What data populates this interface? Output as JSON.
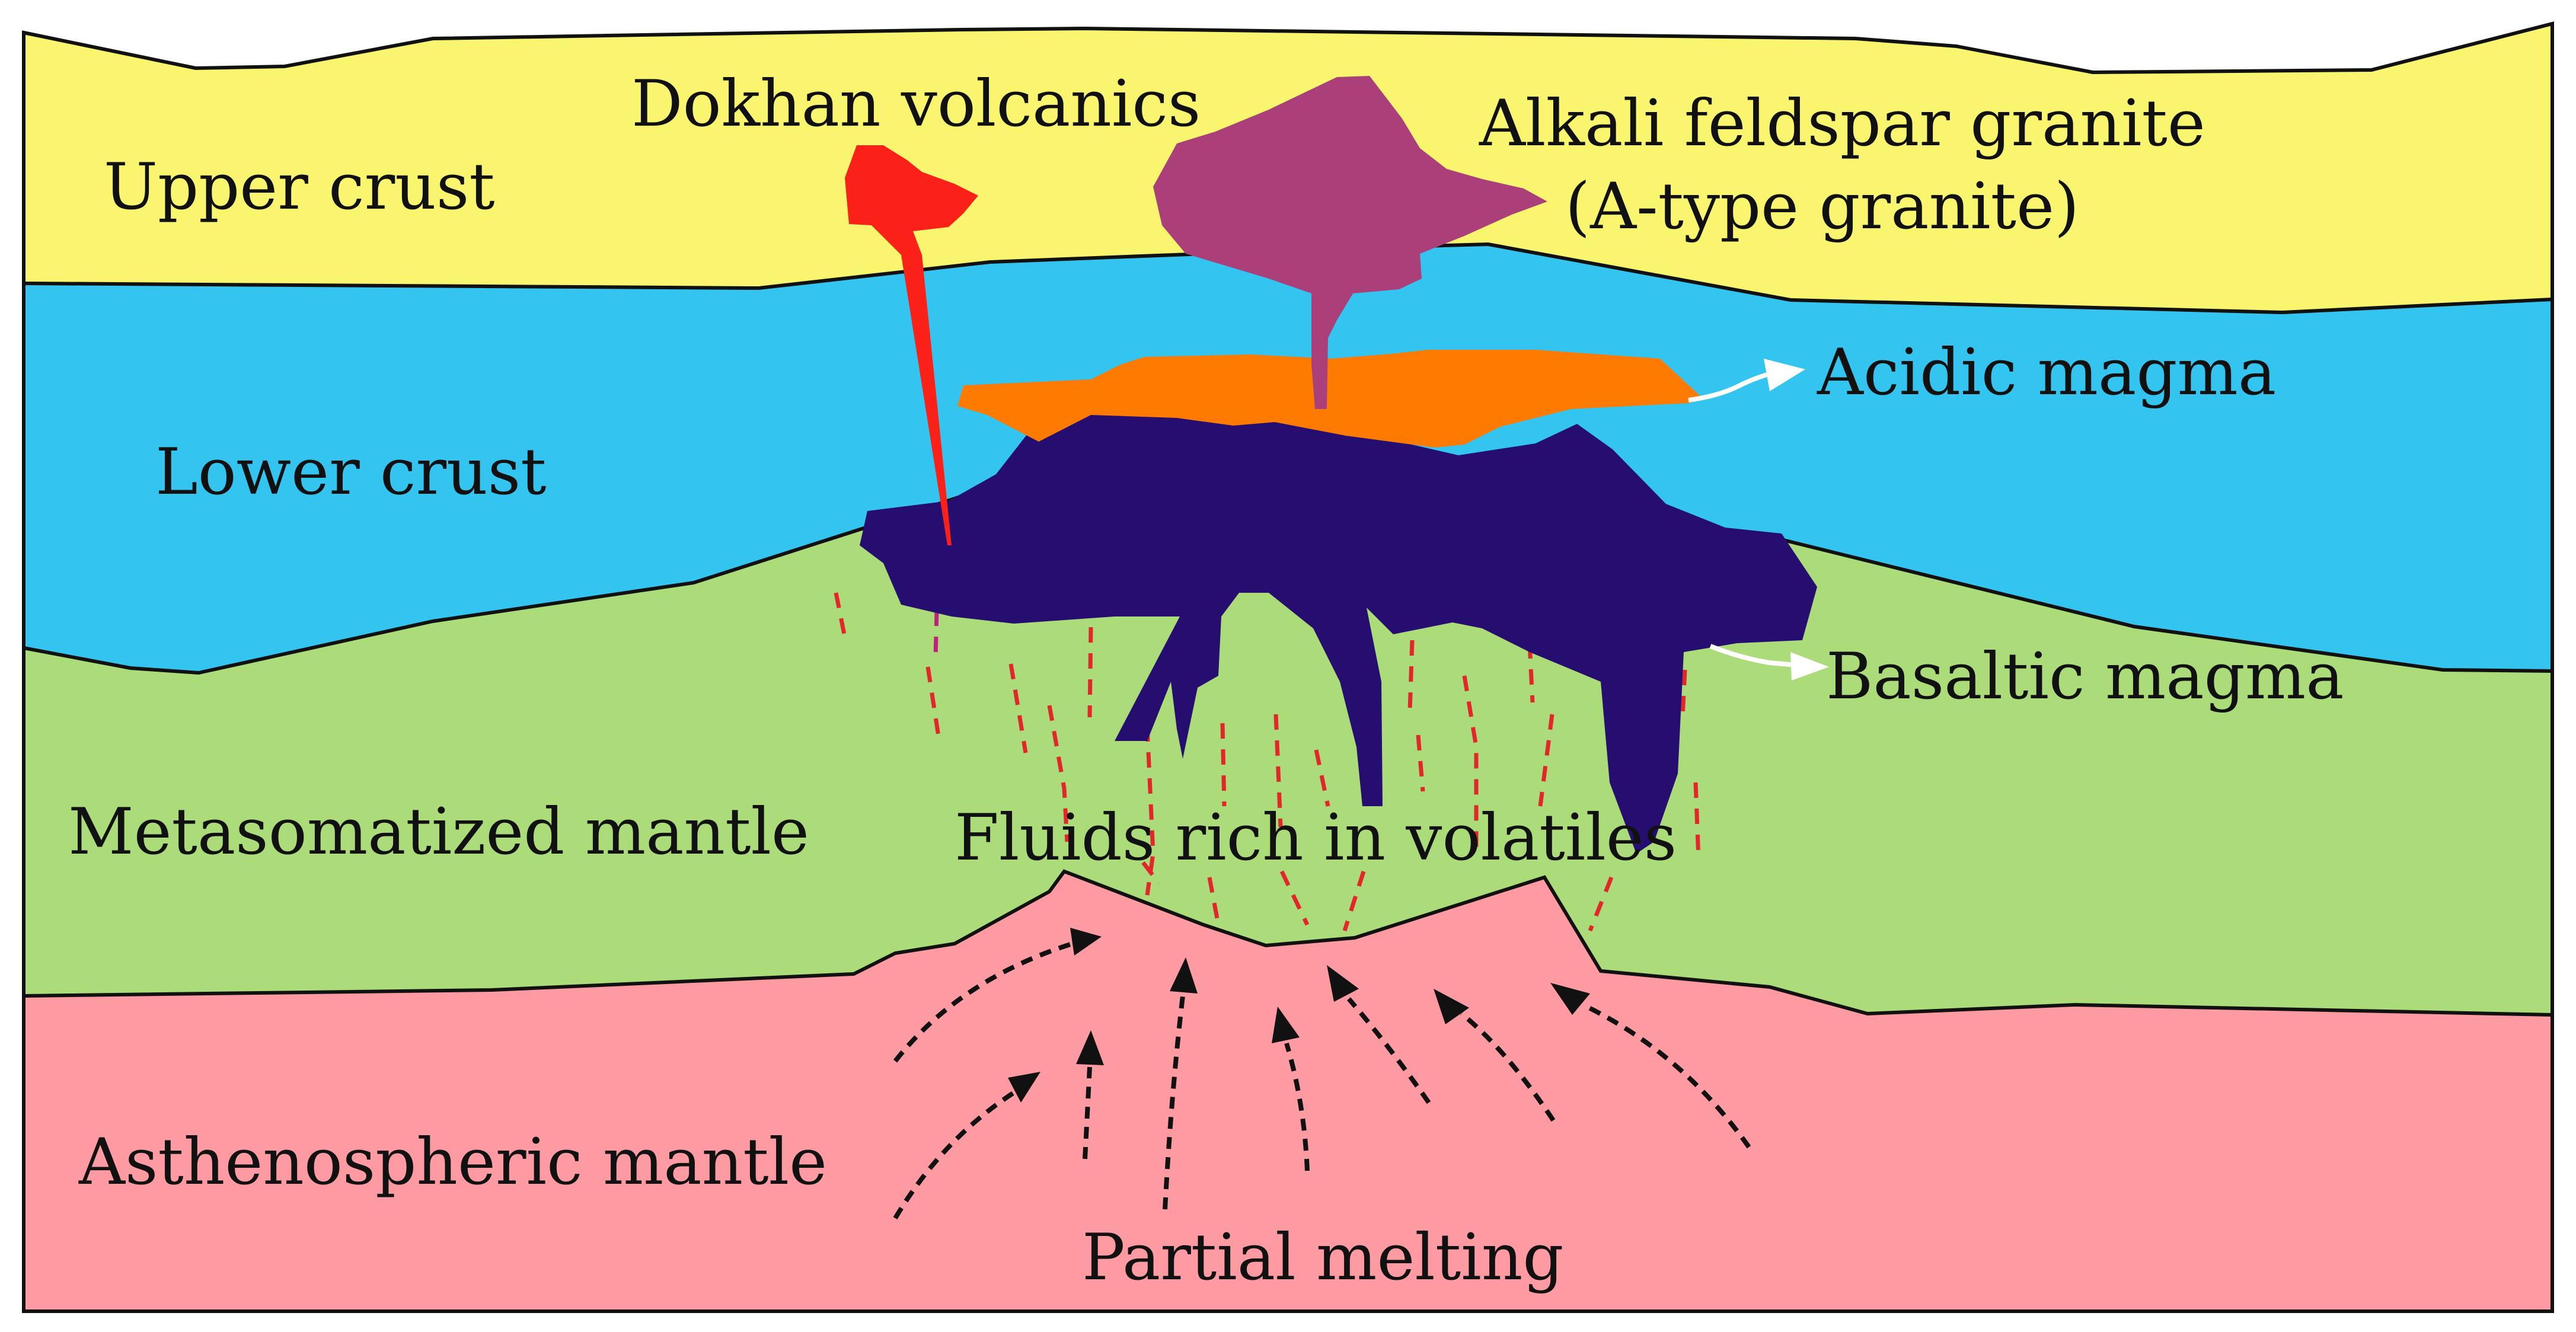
{
  "layers": {
    "upper_crust": {
      "label": "Upper crust",
      "color": "#f9f56f"
    },
    "lower_crust": {
      "label": "Lower crust",
      "color": "#33c4ef"
    },
    "metasomatized_mantle": {
      "label": "Metasomatized mantle",
      "color": "#abdc79"
    },
    "asthenospheric_mantle": {
      "label": "Asthenospheric mantle",
      "color": "#fe9ba2"
    }
  },
  "bodies": {
    "dokhan_volcanics": {
      "label": "Dokhan volcanics",
      "color": "#fb2018"
    },
    "alkali_feldspar_granite": {
      "label_line1": "Alkali feldspar granite",
      "label_line2": "(A-type granite)",
      "color": "#ab3f79"
    },
    "acidic_magma": {
      "label": "Acidic magma",
      "color": "#fe7a00"
    },
    "basaltic_magma": {
      "label": "Basaltic magma",
      "color": "#250e70"
    }
  },
  "annotations": {
    "fluids": "Fluids rich in volatiles",
    "partial_melting": "Partial melting"
  },
  "icons": [
    "white-arrow-icon",
    "dashed-arrow-icon"
  ]
}
